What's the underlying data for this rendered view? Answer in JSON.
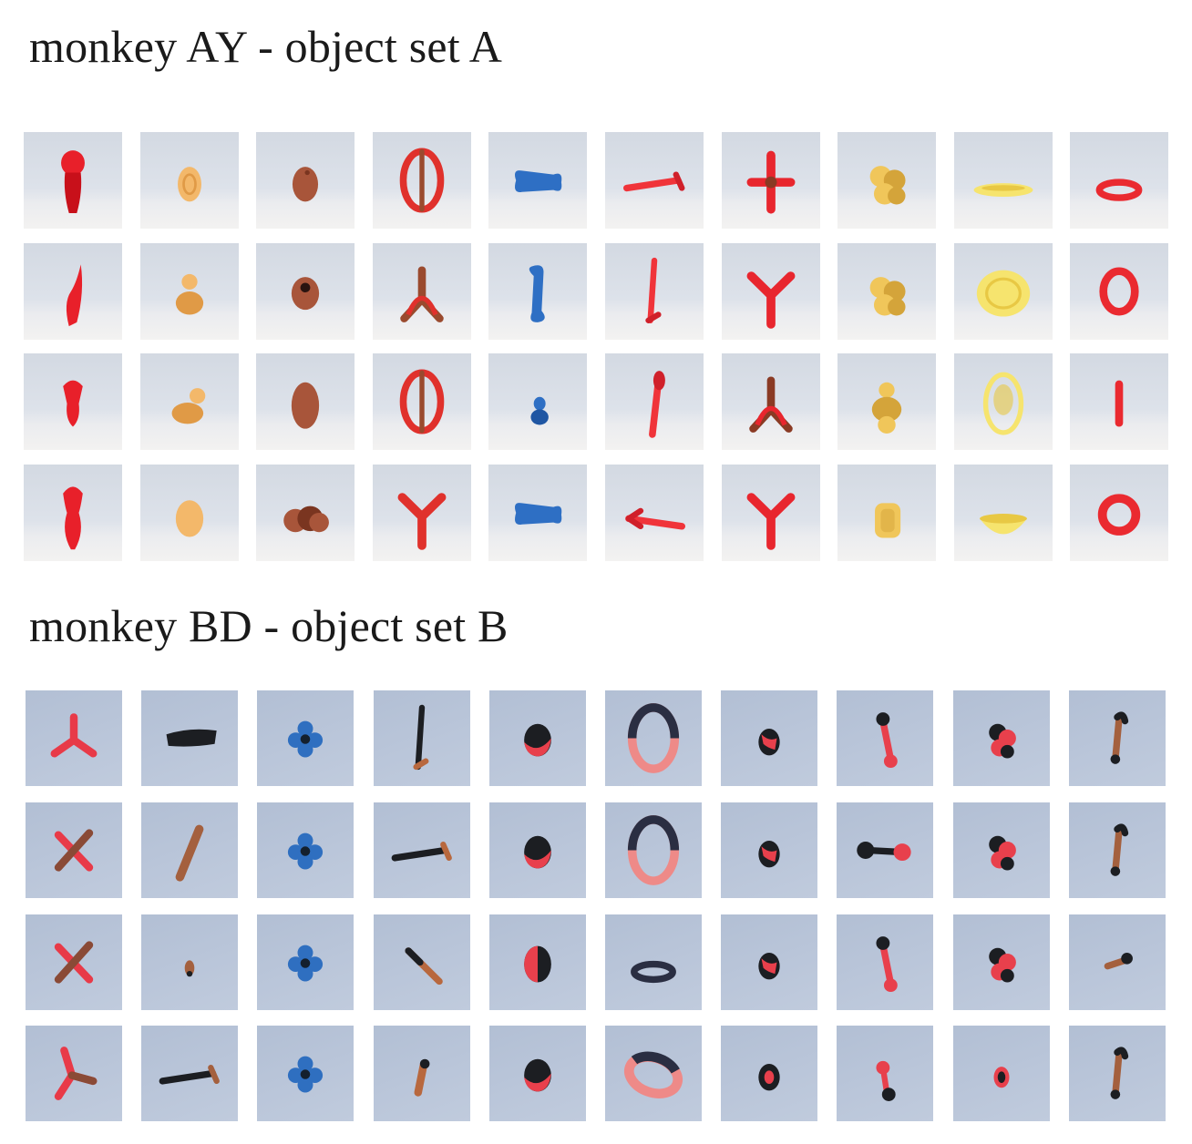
{
  "panels": [
    {
      "id": "A",
      "title": "monkey AY - object set A",
      "objects": [
        {
          "name": "red-bulb-object",
          "colors": [
            "#e8202a",
            "#c8101a"
          ],
          "views": [
            "bulb-up",
            "fin",
            "flask",
            "bulb-tall"
          ]
        },
        {
          "name": "yellow-duck-object",
          "colors": [
            "#f3b86a",
            "#e09a46"
          ],
          "views": [
            "egg-ring",
            "duck-front",
            "duck-side",
            "egg"
          ]
        },
        {
          "name": "brown-egg-object",
          "colors": [
            "#a8553a",
            "#7a3520"
          ],
          "views": [
            "egg-dot",
            "egg-hole",
            "egg-tall",
            "lobes"
          ]
        },
        {
          "name": "brown-red-ring-object",
          "colors": [
            "#e0312c",
            "#9a4a2e"
          ],
          "views": [
            "gyro",
            "tripod",
            "gyro",
            "y-stand"
          ]
        },
        {
          "name": "blue-bone-object",
          "colors": [
            "#2e6fc4",
            "#1f56a3"
          ],
          "views": [
            "bone-h",
            "bone-v",
            "bone-small",
            "bone-h"
          ]
        },
        {
          "name": "red-stick-object",
          "colors": [
            "#f0343a",
            "#d0202a"
          ],
          "views": [
            "stick-h",
            "stick-v",
            "stick-tilt",
            "stick-arrow"
          ]
        },
        {
          "name": "red-brown-cross-object",
          "colors": [
            "#e8262e",
            "#8a3a24"
          ],
          "views": [
            "cross",
            "y-stand",
            "tripod",
            "y-stand"
          ]
        },
        {
          "name": "yellow-cluster-object",
          "colors": [
            "#f0c65a",
            "#d4a43a"
          ],
          "views": [
            "cluster",
            "cluster",
            "cluster-up",
            "block"
          ]
        },
        {
          "name": "yellow-dish-object",
          "colors": [
            "#f6e46e",
            "#e8c844"
          ],
          "views": [
            "dish-flat",
            "dish-face",
            "dish-tall",
            "dish-bowl"
          ]
        },
        {
          "name": "red-torus-object",
          "colors": [
            "#ea2a30",
            "#c8141c"
          ],
          "views": [
            "ring-flat",
            "ring-face",
            "ring-edge",
            "ring-round"
          ]
        }
      ]
    },
    {
      "id": "B",
      "title": "monkey BD - object set B",
      "objects": [
        {
          "name": "tripod-object",
          "colors": [
            "#e83a48",
            "#8a4a36"
          ],
          "views": [
            "tripod-y",
            "x-cross",
            "x-cross",
            "tripod-t"
          ]
        },
        {
          "name": "dark-stick-object",
          "colors": [
            "#1c1e22",
            "#a4603e"
          ],
          "views": [
            "slab-dark",
            "diag-brown",
            "nub",
            "stick-h"
          ]
        },
        {
          "name": "blue-clover-object",
          "colors": [
            "#2f6fc0",
            "#14202e"
          ],
          "views": [
            "clover",
            "clover",
            "clover",
            "clover"
          ]
        },
        {
          "name": "peg-object",
          "colors": [
            "#1c1e22",
            "#b8683e"
          ],
          "views": [
            "stick-v",
            "stick-h",
            "stick-diag",
            "stick-small"
          ]
        },
        {
          "name": "ball-object",
          "colors": [
            "#1c1e22",
            "#e8404c"
          ],
          "views": [
            "ball",
            "ball",
            "ball-split",
            "ball"
          ]
        },
        {
          "name": "big-ring-object",
          "colors": [
            "#2a2e42",
            "#ee8a88"
          ],
          "views": [
            "ring-oval",
            "ring-oval",
            "ring-flat",
            "ring-tilt"
          ]
        },
        {
          "name": "small-ball-object",
          "colors": [
            "#1c1e22",
            "#e8404c"
          ],
          "views": [
            "sball",
            "sball",
            "sball",
            "sball-ring"
          ]
        },
        {
          "name": "dumbbell-object",
          "colors": [
            "#1c1e22",
            "#e8404c"
          ],
          "views": [
            "db-diag",
            "db-h",
            "db-diag",
            "db-v"
          ]
        },
        {
          "name": "knot-object",
          "colors": [
            "#1c1e22",
            "#e8404c"
          ],
          "views": [
            "knot",
            "knot",
            "knot",
            "knot-small"
          ]
        },
        {
          "name": "hook-object",
          "colors": [
            "#1c1e22",
            "#a4603e"
          ],
          "views": [
            "hook",
            "hook",
            "hook-small",
            "hook"
          ]
        }
      ]
    }
  ]
}
